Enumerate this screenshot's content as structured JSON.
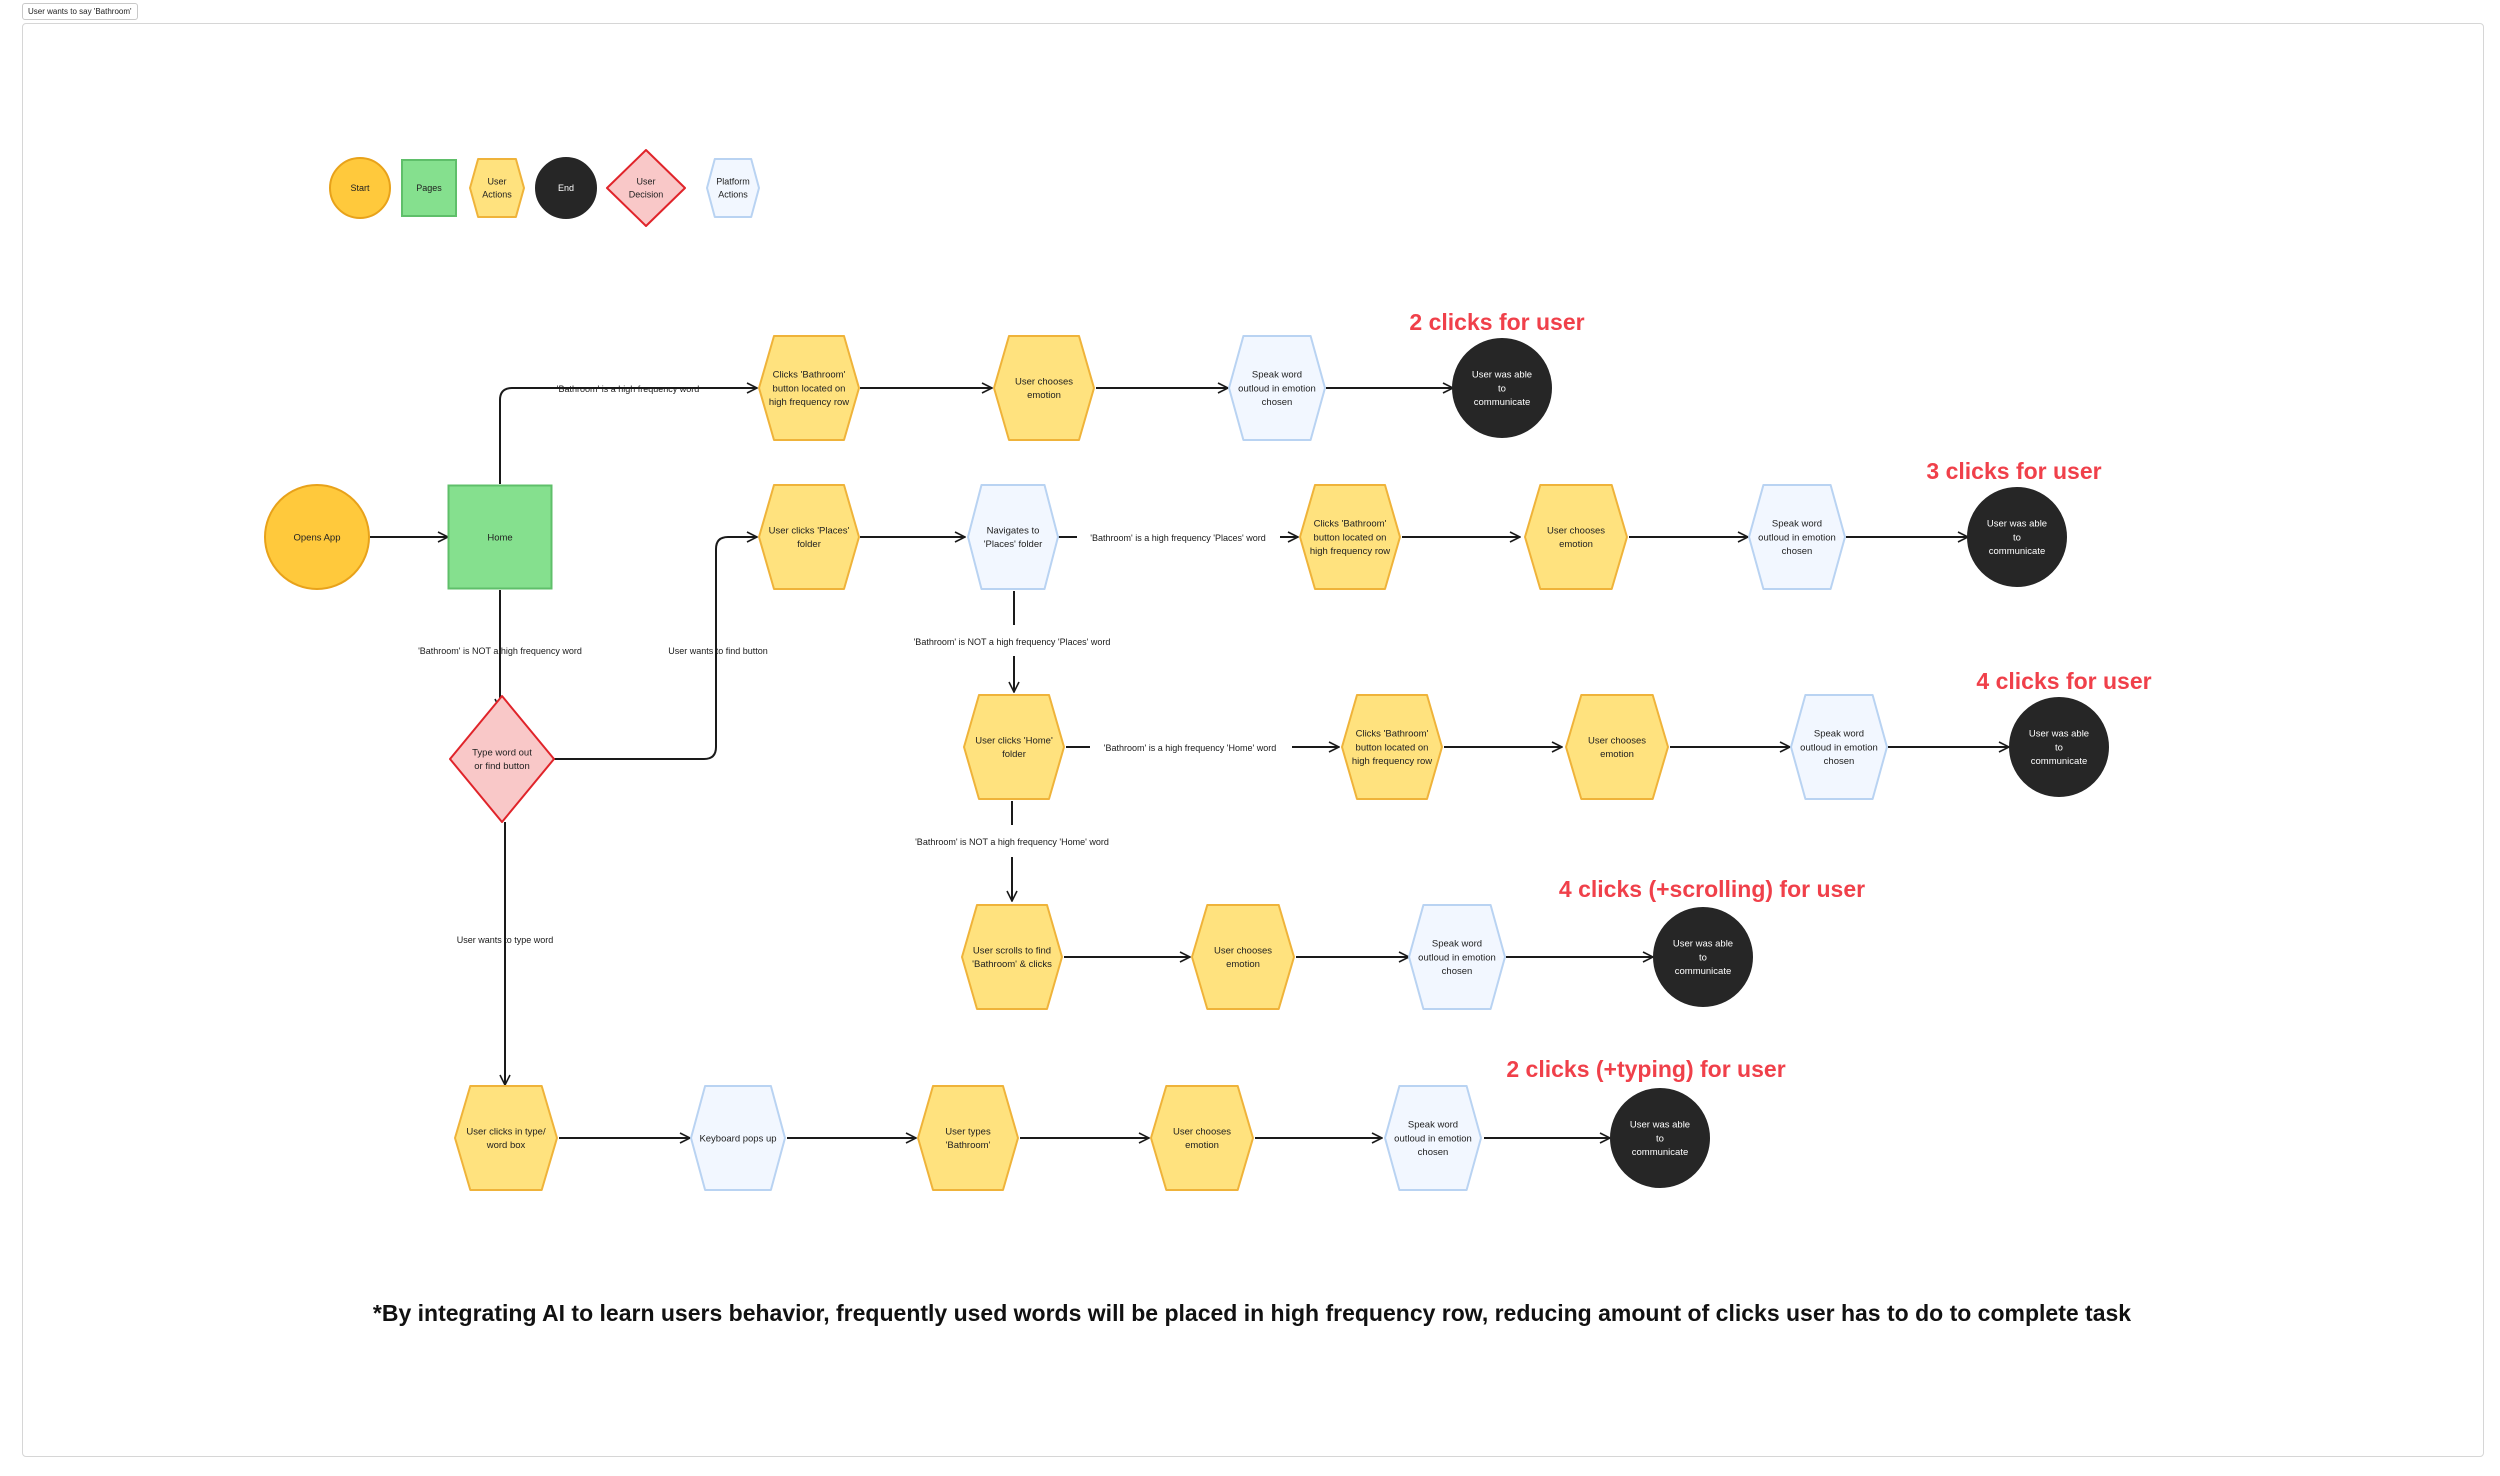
{
  "frame_label": "User wants to say 'Bathroom'",
  "colors": {
    "start_fill": "#FFC93C",
    "start_stroke": "#E8A21A",
    "page_fill": "#85E08E",
    "page_stroke": "#5FBF6A",
    "action_fill": "#FFE27E",
    "action_stroke": "#EFB33A",
    "end_fill": "#262626",
    "decision_fill": "#F9C8C8",
    "decision_stroke": "#E0242A",
    "platform_fill": "#F2F7FF",
    "platform_stroke": "#B9D3F2",
    "clicks_text": "#F0404A",
    "line": "#1a1a1a"
  },
  "legend": {
    "start": "Start",
    "pages": "Pages",
    "user_actions": "User\nActions",
    "end": "End",
    "user_decision": "User\nDecision",
    "platform_actions": "Platform\nActions"
  },
  "nodes": {
    "opens_app": "Opens App",
    "home": "Home",
    "decision": "Type word out\nor find button",
    "r1_click": "Clicks 'Bathroom'\nbutton located on\nhigh frequency row",
    "r1_emotion": "User chooses\nemotion",
    "r1_speak": "Speak word\noutloud in emotion\nchosen",
    "r1_end": "User was able\nto\ncommunicate",
    "r2_places": "User clicks 'Places'\nfolder",
    "r2_nav": "Navigates to\n'Places' folder",
    "r2_click": "Clicks 'Bathroom'\nbutton located on\nhigh frequency row",
    "r2_emotion": "User chooses\nemotion",
    "r2_speak": "Speak word\noutloud in emotion\nchosen",
    "r2_end": "User was able\nto\ncommunicate",
    "r3_home": "User clicks 'Home'\nfolder",
    "r3_click": "Clicks 'Bathroom'\nbutton located on\nhigh frequency row",
    "r3_emotion": "User chooses\nemotion",
    "r3_speak": "Speak word\noutloud in emotion\nchosen",
    "r3_end": "User was able\nto\ncommunicate",
    "r4_scroll": "User scrolls to find\n'Bathroom' & clicks",
    "r4_emotion": "User chooses\nemotion",
    "r4_speak": "Speak word\noutloud in emotion\nchosen",
    "r4_end": "User was able\nto\ncommunicate",
    "r5_click": "User clicks in type/\nword box",
    "r5_keyboard": "Keyboard pops up",
    "r5_types": "User types\n'Bathroom'",
    "r5_emotion": "User chooses\nemotion",
    "r5_speak": "Speak word\noutloud in emotion\nchosen",
    "r5_end": "User was able\nto\ncommunicate"
  },
  "edge_labels": {
    "hf": "'Bathroom' is a high frequency word",
    "not_hf": "'Bathroom' is NOT a high frequency word",
    "find": "User wants to find button",
    "type": "User wants to type word",
    "places_hf": "'Bathroom' is a high frequency 'Places' word",
    "places_not_hf": "'Bathroom' is NOT a high frequency 'Places' word",
    "home_hf": "'Bathroom' is a high frequency 'Home' word",
    "home_not_hf": "'Bathroom' is NOT a high frequency 'Home' word"
  },
  "clicks": {
    "r1": "2 clicks for user",
    "r2": "3 clicks for user",
    "r3": "4 clicks for user",
    "r4": "4 clicks (+scrolling) for user",
    "r5": "2 clicks (+typing) for user"
  },
  "footnote": "*By integrating AI to learn users behavior, frequently used words will be placed in high frequency row, reducing amount of clicks user has to do to complete task"
}
